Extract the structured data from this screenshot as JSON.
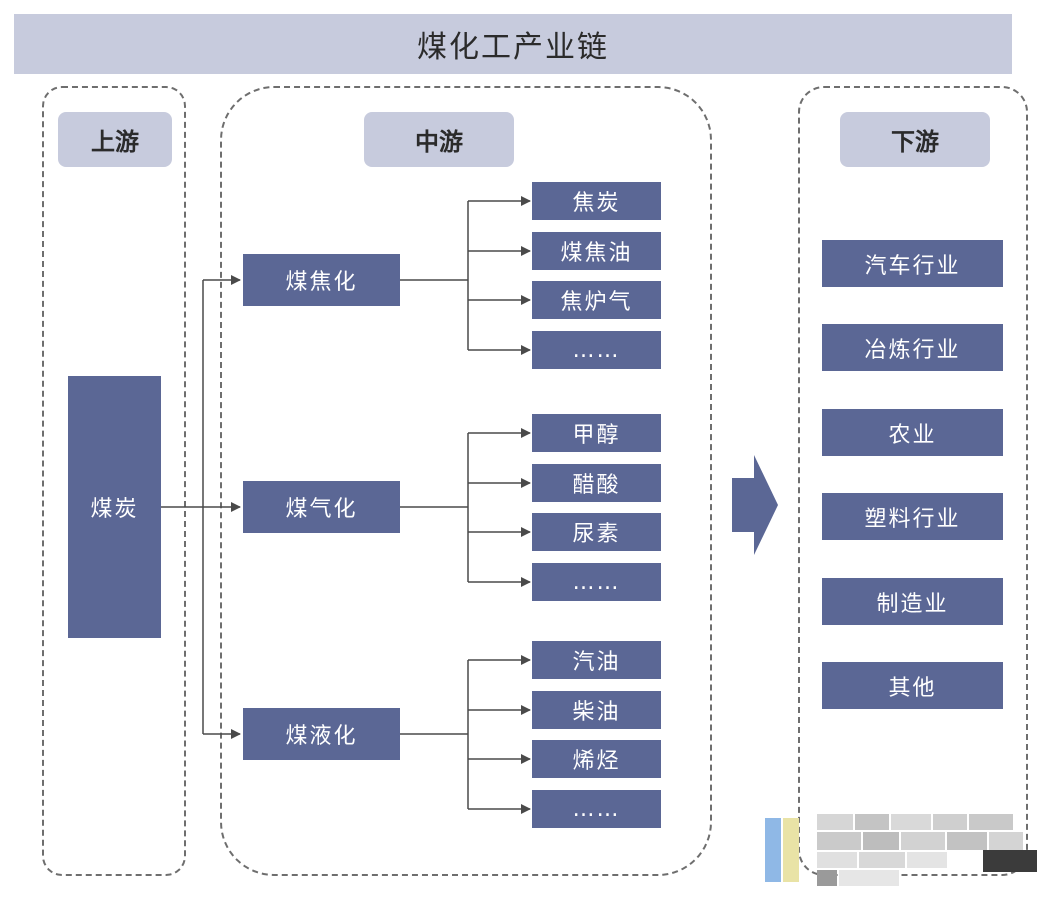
{
  "title": "煤化工产业链",
  "upstream": {
    "header": "上游",
    "source": "煤炭"
  },
  "midstream": {
    "header": "中游",
    "processes": [
      {
        "name": "煤焦化",
        "products": [
          "焦炭",
          "煤焦油",
          "焦炉气",
          "……"
        ]
      },
      {
        "name": "煤气化",
        "products": [
          "甲醇",
          "醋酸",
          "尿素",
          "……"
        ]
      },
      {
        "name": "煤液化",
        "products": [
          "汽油",
          "柴油",
          "烯烃",
          "……"
        ]
      }
    ]
  },
  "downstream": {
    "header": "下游",
    "industries": [
      "汽车行业",
      "冶炼行业",
      "农业",
      "塑料行业",
      "制造业",
      "其他"
    ]
  },
  "colors": {
    "box_fill": "#5b6795",
    "header_fill": "#c7cbdd",
    "connector": "#4a4a4a",
    "big_arrow": "#5b6795"
  }
}
